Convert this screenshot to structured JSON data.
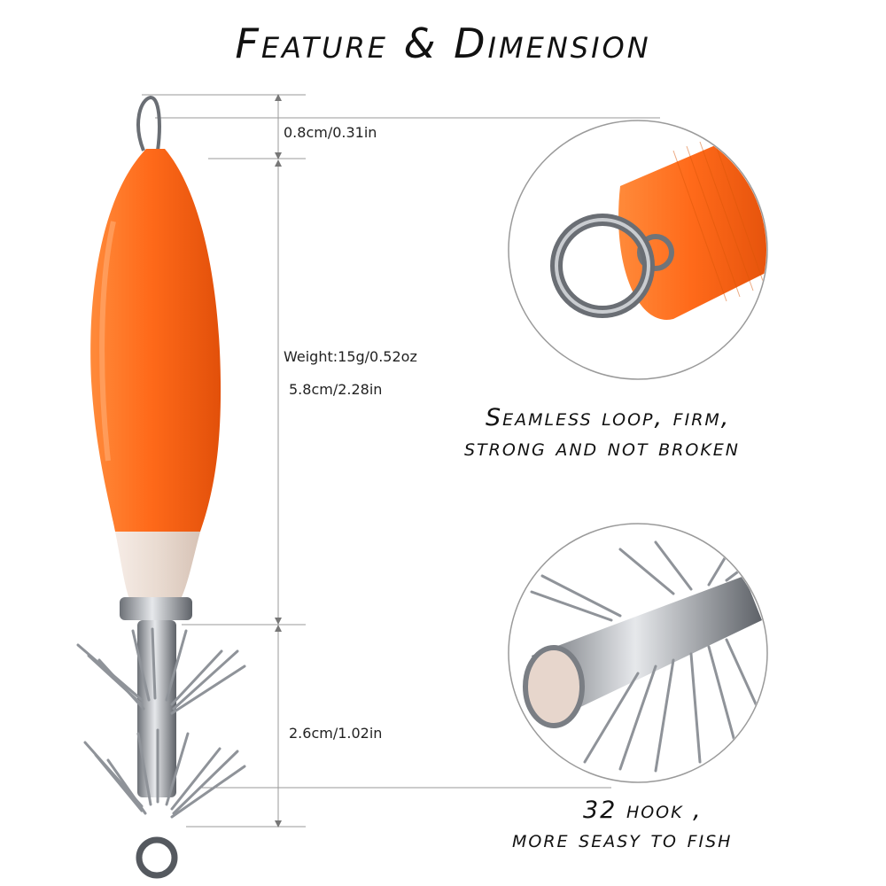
{
  "title": "Feature & Dimension",
  "dimensions": {
    "loop": "0.8cm/0.31in",
    "weight": "Weight:15g/0.52oz",
    "body_length": "5.8cm/2.28in",
    "hook_length": "2.6cm/1.02in"
  },
  "callouts": {
    "loop_line1": "Seamless loop, firm,",
    "loop_line2": "strong and not broken",
    "hook_line1": "32 hook ,",
    "hook_line2": "more seasy to fish"
  },
  "colors": {
    "body_orange": "#ff6a1a",
    "body_shadow": "#e2500a",
    "glow_tip": "#efe3da",
    "steel": "#a9adb3",
    "steel_dark": "#5e6268"
  }
}
